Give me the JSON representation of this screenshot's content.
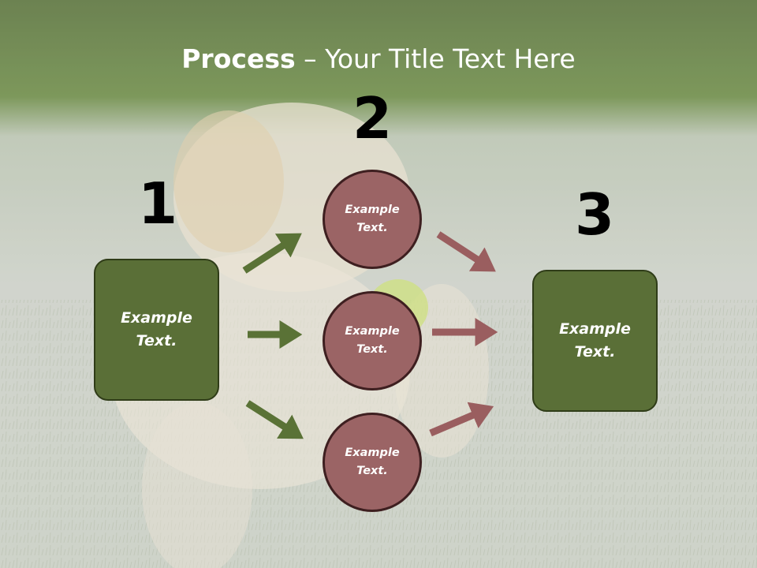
{
  "title": {
    "bold": "Process",
    "rest": " – Your Title Text Here"
  },
  "colors": {
    "header_green": "#60783f",
    "box_fill": "#5a6f37",
    "box_border": "#2f3c18",
    "circle_fill": "#9b6465",
    "circle_border": "#3e1f20",
    "green_arrow": "#5a7236",
    "red_arrow": "#9a5e5f"
  },
  "steps": {
    "one": "1",
    "two": "2",
    "three": "3"
  },
  "boxes": {
    "left": {
      "line1": "Example",
      "line2": "Text."
    },
    "right": {
      "line1": "Example",
      "line2": "Text."
    }
  },
  "circles": [
    {
      "line1": "Example",
      "line2": "Text."
    },
    {
      "line1": "Example",
      "line2": "Text."
    },
    {
      "line1": "Example",
      "line2": "Text."
    }
  ]
}
